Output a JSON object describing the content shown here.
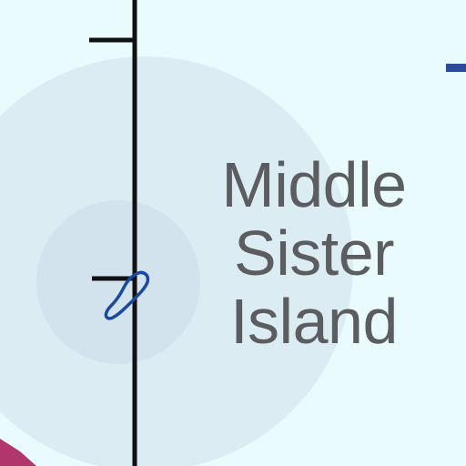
{
  "map": {
    "water_color": "#e9fbfd",
    "halo_outer_color": "#dcecf3",
    "halo_inner_color": "#cfe0ec",
    "border_line_color": "#111111",
    "island_color": "#1a4aa0",
    "land_corner_color": "#b0366c",
    "edge_marker_color": "#2d4a9a",
    "label": {
      "line1": "Middle",
      "line2": "Sister",
      "line3": "Island"
    }
  }
}
